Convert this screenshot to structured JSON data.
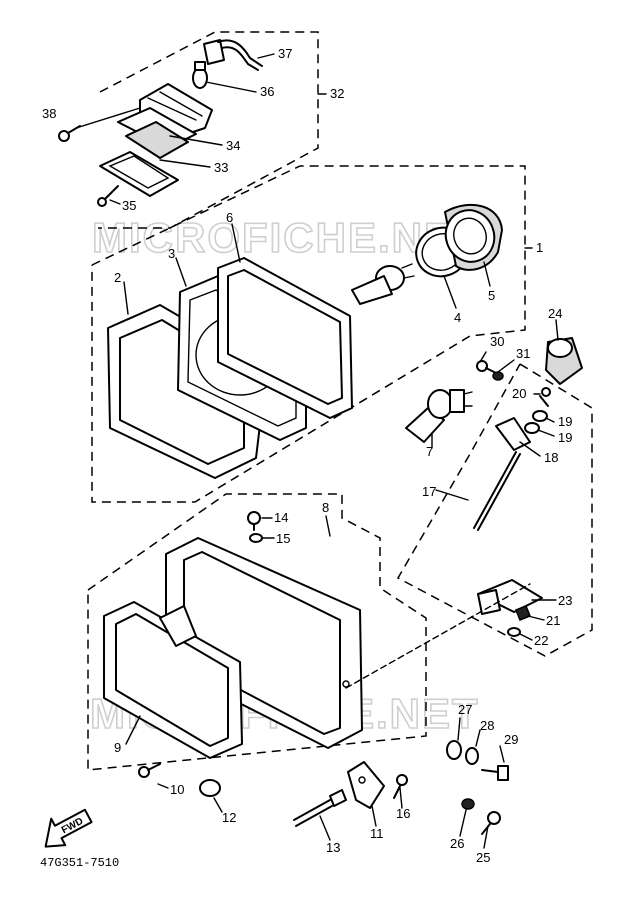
{
  "diagram": {
    "watermark": "MICROFICHE.NET",
    "drawing_code": "47G351-7510",
    "forward_arrow": "FWD",
    "callouts": {
      "c1": "1",
      "c2": "2",
      "c3": "3",
      "c4": "4",
      "c5": "5",
      "c6": "6",
      "c7": "7",
      "c8": "8",
      "c9": "9",
      "c10": "10",
      "c11": "11",
      "c12": "12",
      "c13": "13",
      "c14": "14",
      "c15": "15",
      "c16": "16",
      "c17": "17",
      "c18": "18",
      "c19a": "19",
      "c19b": "19",
      "c20": "20",
      "c21": "21",
      "c22": "22",
      "c23": "23",
      "c24": "24",
      "c25": "25",
      "c26": "26",
      "c27": "27",
      "c28": "28",
      "c29": "29",
      "c30": "30",
      "c31": "31",
      "c32": "32",
      "c33": "33",
      "c34": "34",
      "c35": "35",
      "c36": "36",
      "c37": "37",
      "c38": "38"
    }
  }
}
